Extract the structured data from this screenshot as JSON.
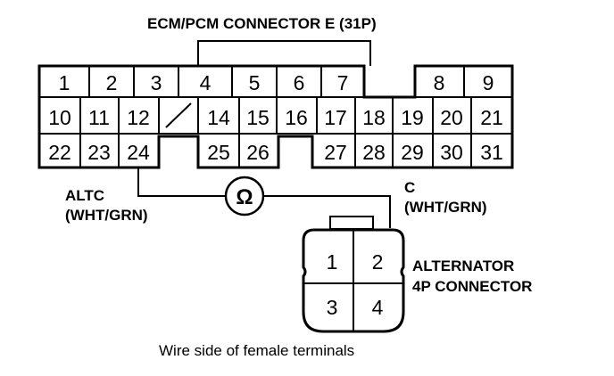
{
  "title": "ECM/PCM CONNECTOR E (31P)",
  "ecm_connector": {
    "pins": [
      "1",
      "2",
      "3",
      "4",
      "5",
      "6",
      "7",
      "8",
      "9",
      "10",
      "11",
      "12",
      "14",
      "15",
      "16",
      "17",
      "18",
      "19",
      "20",
      "21",
      "22",
      "23",
      "24",
      "25",
      "26",
      "27",
      "28",
      "29",
      "30",
      "31"
    ]
  },
  "labels": {
    "altc_line1": "ALTC",
    "altc_line2": "(WHT/GRN)",
    "c_line1": "C",
    "c_line2": "(WHT/GRN)",
    "alt_line1": "ALTERNATOR",
    "alt_line2": "4P CONNECTOR"
  },
  "meter_symbol": "Ω",
  "alternator_connector": {
    "pins": [
      "1",
      "2",
      "3",
      "4"
    ]
  },
  "caption": "Wire side of female terminals"
}
